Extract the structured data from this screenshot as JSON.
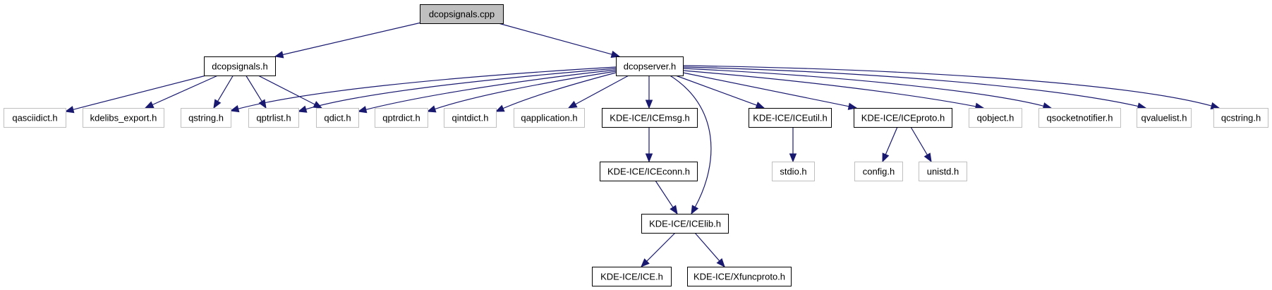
{
  "diagram": {
    "title": "dcopsignals.cpp include dependency graph",
    "colors": {
      "edge": "#191970",
      "root_fill": "#bfbfbf",
      "local_border": "#000000",
      "external_border": "#bfbfbf"
    },
    "nodes": [
      {
        "id": "dcopsignals_cpp",
        "label": "dcopsignals.cpp",
        "kind": "root"
      },
      {
        "id": "dcopsignals_h",
        "label": "dcopsignals.h",
        "kind": "local"
      },
      {
        "id": "dcopserver_h",
        "label": "dcopserver.h",
        "kind": "local"
      },
      {
        "id": "qasciidict_h",
        "label": "qasciidict.h",
        "kind": "external"
      },
      {
        "id": "kdelibs_export_h",
        "label": "kdelibs_export.h",
        "kind": "external"
      },
      {
        "id": "qstring_h",
        "label": "qstring.h",
        "kind": "external"
      },
      {
        "id": "qptrlist_h",
        "label": "qptrlist.h",
        "kind": "external"
      },
      {
        "id": "qdict_h",
        "label": "qdict.h",
        "kind": "external"
      },
      {
        "id": "qptrdict_h",
        "label": "qptrdict.h",
        "kind": "external"
      },
      {
        "id": "qintdict_h",
        "label": "qintdict.h",
        "kind": "external"
      },
      {
        "id": "qapplication_h",
        "label": "qapplication.h",
        "kind": "external"
      },
      {
        "id": "icemsg_h",
        "label": "KDE-ICE/ICEmsg.h",
        "kind": "local"
      },
      {
        "id": "iceutil_h",
        "label": "KDE-ICE/ICEutil.h",
        "kind": "local"
      },
      {
        "id": "iceproto_h",
        "label": "KDE-ICE/ICEproto.h",
        "kind": "local"
      },
      {
        "id": "qobject_h",
        "label": "qobject.h",
        "kind": "external"
      },
      {
        "id": "qsocketnotifier_h",
        "label": "qsocketnotifier.h",
        "kind": "external"
      },
      {
        "id": "qvaluelist_h",
        "label": "qvaluelist.h",
        "kind": "external"
      },
      {
        "id": "qcstring_h",
        "label": "qcstring.h",
        "kind": "external"
      },
      {
        "id": "iceconn_h",
        "label": "KDE-ICE/ICEconn.h",
        "kind": "local"
      },
      {
        "id": "stdio_h",
        "label": "stdio.h",
        "kind": "external"
      },
      {
        "id": "config_h",
        "label": "config.h",
        "kind": "external"
      },
      {
        "id": "unistd_h",
        "label": "unistd.h",
        "kind": "external"
      },
      {
        "id": "icelib_h",
        "label": "KDE-ICE/ICElib.h",
        "kind": "local"
      },
      {
        "id": "ice_h",
        "label": "KDE-ICE/ICE.h",
        "kind": "local"
      },
      {
        "id": "xfuncproto_h",
        "label": "KDE-ICE/Xfuncproto.h",
        "kind": "local"
      }
    ],
    "edges": [
      {
        "from": "dcopsignals_cpp",
        "to": "dcopsignals_h"
      },
      {
        "from": "dcopsignals_cpp",
        "to": "dcopserver_h"
      },
      {
        "from": "dcopsignals_h",
        "to": "qasciidict_h"
      },
      {
        "from": "dcopsignals_h",
        "to": "kdelibs_export_h"
      },
      {
        "from": "dcopsignals_h",
        "to": "qstring_h"
      },
      {
        "from": "dcopsignals_h",
        "to": "qptrlist_h"
      },
      {
        "from": "dcopsignals_h",
        "to": "qdict_h"
      },
      {
        "from": "dcopserver_h",
        "to": "qstring_h"
      },
      {
        "from": "dcopserver_h",
        "to": "qptrlist_h"
      },
      {
        "from": "dcopserver_h",
        "to": "qdict_h"
      },
      {
        "from": "dcopserver_h",
        "to": "qptrdict_h"
      },
      {
        "from": "dcopserver_h",
        "to": "qintdict_h"
      },
      {
        "from": "dcopserver_h",
        "to": "qapplication_h"
      },
      {
        "from": "dcopserver_h",
        "to": "icemsg_h"
      },
      {
        "from": "dcopserver_h",
        "to": "icelib_h"
      },
      {
        "from": "dcopserver_h",
        "to": "iceutil_h"
      },
      {
        "from": "dcopserver_h",
        "to": "iceproto_h"
      },
      {
        "from": "dcopserver_h",
        "to": "qobject_h"
      },
      {
        "from": "dcopserver_h",
        "to": "qsocketnotifier_h"
      },
      {
        "from": "dcopserver_h",
        "to": "qvaluelist_h"
      },
      {
        "from": "dcopserver_h",
        "to": "qcstring_h"
      },
      {
        "from": "icemsg_h",
        "to": "iceconn_h"
      },
      {
        "from": "iceconn_h",
        "to": "icelib_h"
      },
      {
        "from": "iceutil_h",
        "to": "stdio_h"
      },
      {
        "from": "iceproto_h",
        "to": "config_h"
      },
      {
        "from": "iceproto_h",
        "to": "unistd_h"
      },
      {
        "from": "icelib_h",
        "to": "ice_h"
      },
      {
        "from": "icelib_h",
        "to": "xfuncproto_h"
      }
    ]
  }
}
